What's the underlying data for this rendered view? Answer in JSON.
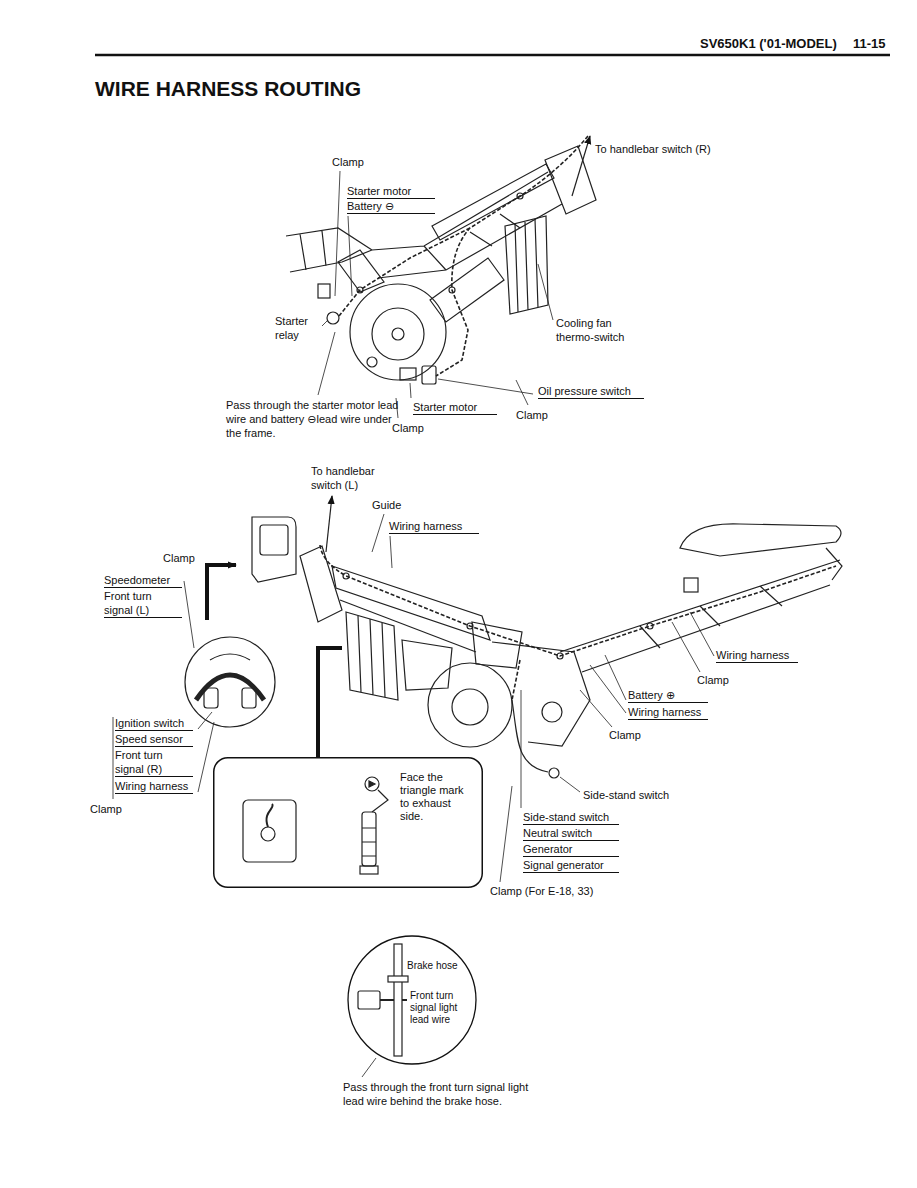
{
  "diagram": {
    "title": "WIRE HARNESS ROUTING",
    "nodes": [
      {
        "text": [
          "Face the triangle mark to exhaust side."
        ]
      },
      {
        "text": [
          "Brake hose",
          "Front turn signal light lead wire"
        ]
      }
    ],
    "labels": [
      "SV650K1 ('01-MODEL)",
      "11-15",
      "To handlebar switch (R)",
      "Clamp",
      "Starter motor",
      "Battery ⊖",
      "Starter relay",
      "Cooling fan thermo-switch",
      "Oil pressure switch",
      "Pass through the starter motor lead wire and battery ⊖lead wire under the frame.",
      "Starter motor",
      "Clamp",
      "Clamp",
      "To handlebar switch (L)",
      "Guide",
      "Wiring harness",
      "Clamp",
      "Speedometer",
      "Front turn signal (L)",
      "Wiring harness",
      "Clamp",
      "Battery ⊕",
      "Wiring harness",
      "Clamp",
      "Ignition switch",
      "Speed sensor",
      "Front turn signal (R)",
      "Wiring harness",
      "Clamp",
      "Side-stand switch",
      "Side-stand switch",
      "Neutral switch",
      "Generator",
      "Signal generator",
      "Clamp (For E-18, 33)",
      "Pass through the front turn signal light lead wire behind the brake hose."
    ]
  }
}
